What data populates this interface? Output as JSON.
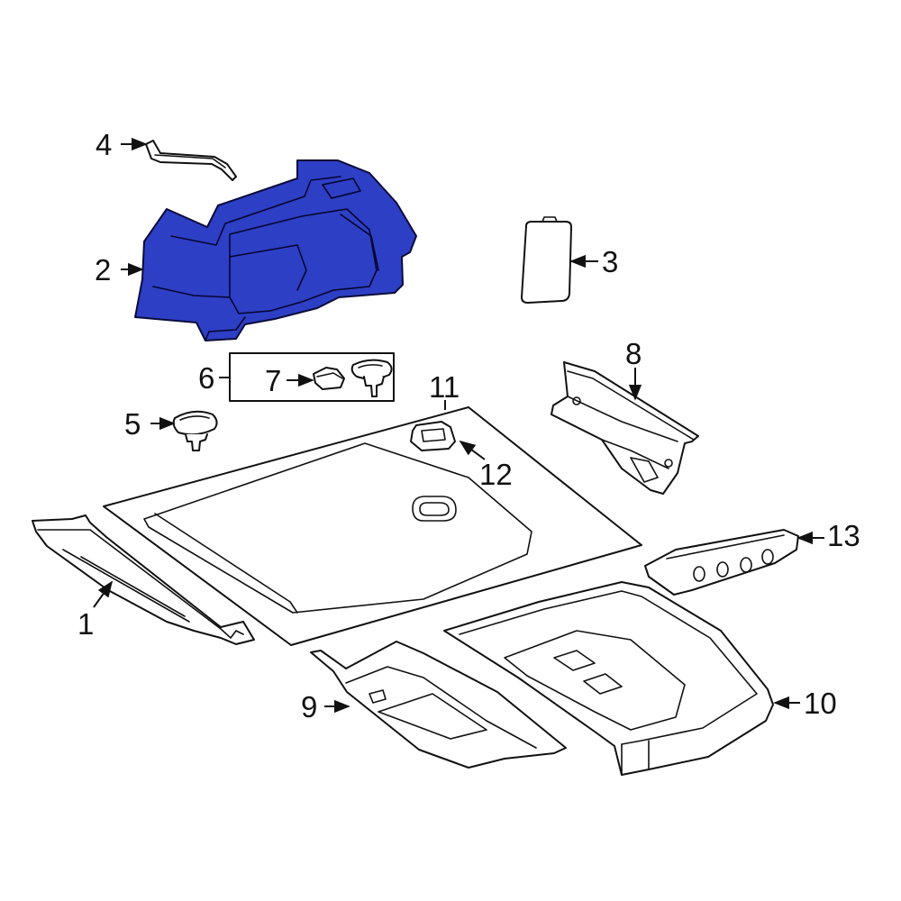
{
  "diagram": {
    "highlight_color": "#2d3fc4",
    "line_color": "#111111",
    "background": "#ffffff",
    "callouts": {
      "c1": "1",
      "c2": "2",
      "c3": "3",
      "c4": "4",
      "c5": "5",
      "c6": "6",
      "c7": "7",
      "c8": "8",
      "c9": "9",
      "c10": "10",
      "c11": "11",
      "c12": "12",
      "c13": "13"
    }
  }
}
